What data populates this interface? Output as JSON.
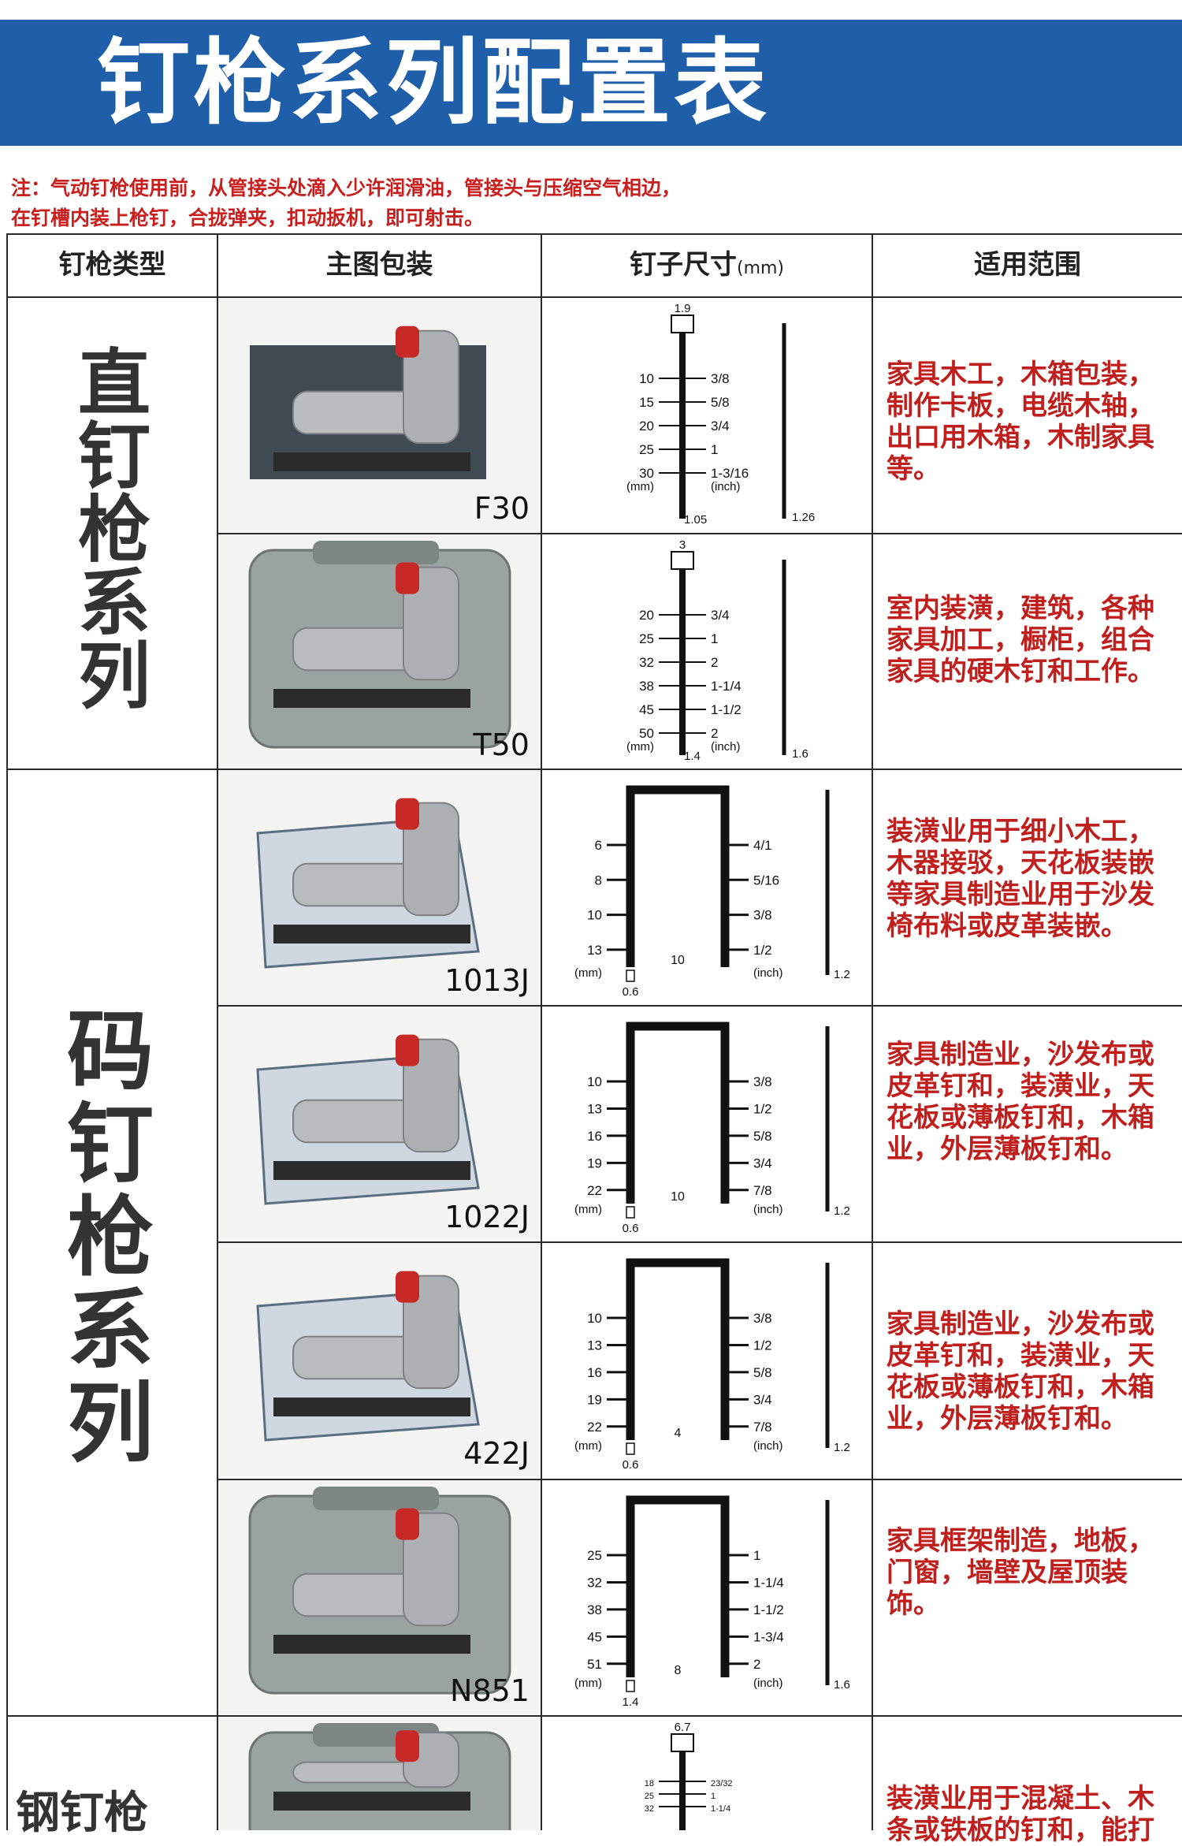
{
  "banner": {
    "title": "钉枪系列配置表"
  },
  "note": {
    "line1": "注：气动钉枪使用前，从管接头处滴入少许润滑油，管接头与压缩空气相边，",
    "line2": "在钉槽内装上枪钉，合拢弹夹，扣动扳机，即可射击。"
  },
  "table": {
    "headers": {
      "type": "钉枪类型",
      "image": "主图包装",
      "size": "钉子尺寸",
      "size_unit": "(mm)",
      "usage": "适用范围"
    },
    "series": [
      {
        "name": "直钉枪系列"
      },
      {
        "name": "码钉枪系列"
      },
      {
        "name": "钢钉枪"
      }
    ],
    "rows": [
      {
        "model": "F30",
        "usage": "家具木工，木箱包装，制作卡板，电缆木轴，出口用木箱，木制家具等。",
        "nail": {
          "head": "1.9",
          "left": [
            "10",
            "15",
            "20",
            "25",
            "30"
          ],
          "right": [
            "3/8",
            "5/8",
            "3/4",
            "1",
            "1-3/16"
          ],
          "unit_left": "(mm)",
          "unit_right": "(inch)",
          "shank": "1.05",
          "side": "1.26"
        }
      },
      {
        "model": "T50",
        "usage": "室内装潢，建筑，各种家具加工，橱柜，组合家具的硬木钉和工作。",
        "nail": {
          "head": "3",
          "left": [
            "20",
            "25",
            "32",
            "38",
            "45",
            "50"
          ],
          "right": [
            "3/4",
            "1",
            "2",
            "1-1/4",
            "1-1/2",
            "2"
          ],
          "unit_left": "(mm)",
          "unit_right": "(inch)",
          "shank": "1.4",
          "side": "1.6"
        }
      },
      {
        "model": "1013J",
        "usage": "装潢业用于细小木工，木器接驳，天花板装嵌等家具制造业用于沙发椅布料或皮革装嵌。",
        "staple": {
          "left": [
            "6",
            "8",
            "10",
            "13"
          ],
          "right": [
            "4/1",
            "5/16",
            "3/8",
            "1/2"
          ],
          "crown": "10",
          "unit_left": "(mm)",
          "unit_right": "(inch)",
          "wire": "0.6",
          "side": "1.2"
        }
      },
      {
        "model": "1022J",
        "usage": "家具制造业，沙发布或皮革钉和，装潢业，天花板或薄板钉和，木箱业，外层薄板钉和。",
        "staple": {
          "left": [
            "10",
            "13",
            "16",
            "19",
            "22"
          ],
          "right": [
            "3/8",
            "1/2",
            "5/8",
            "3/4",
            "7/8"
          ],
          "crown": "10",
          "unit_left": "(mm)",
          "unit_right": "(inch)",
          "wire": "0.6",
          "side": "1.2"
        }
      },
      {
        "model": "422J",
        "usage": "家具制造业，沙发布或皮革钉和，装潢业，天花板或薄板钉和，木箱业，外层薄板钉和。",
        "staple": {
          "left": [
            "10",
            "13",
            "16",
            "19",
            "22"
          ],
          "right": [
            "3/8",
            "1/2",
            "5/8",
            "3/4",
            "7/8"
          ],
          "crown": "4",
          "unit_left": "(mm)",
          "unit_right": "(inch)",
          "wire": "0.6",
          "side": "1.2"
        }
      },
      {
        "model": "N851",
        "usage": "家具框架制造，地板，门窗，墙壁及屋顶装饰。",
        "staple": {
          "left": [
            "25",
            "32",
            "38",
            "45",
            "51"
          ],
          "right": [
            "1",
            "1-1/4",
            "1-1/2",
            "1-3/4",
            "2"
          ],
          "crown": "8",
          "unit_left": "(mm)",
          "unit_right": "(inch)",
          "wire": "1.4",
          "side": "1.6"
        }
      },
      {
        "model": "",
        "usage": "装潢业用于混凝土、木条或铁板的钉和，能打",
        "nail": {
          "head": "6.7",
          "left": [
            "18",
            "25",
            "32"
          ],
          "right": [
            "23/32",
            "1",
            "1-1/4"
          ]
        }
      }
    ]
  }
}
